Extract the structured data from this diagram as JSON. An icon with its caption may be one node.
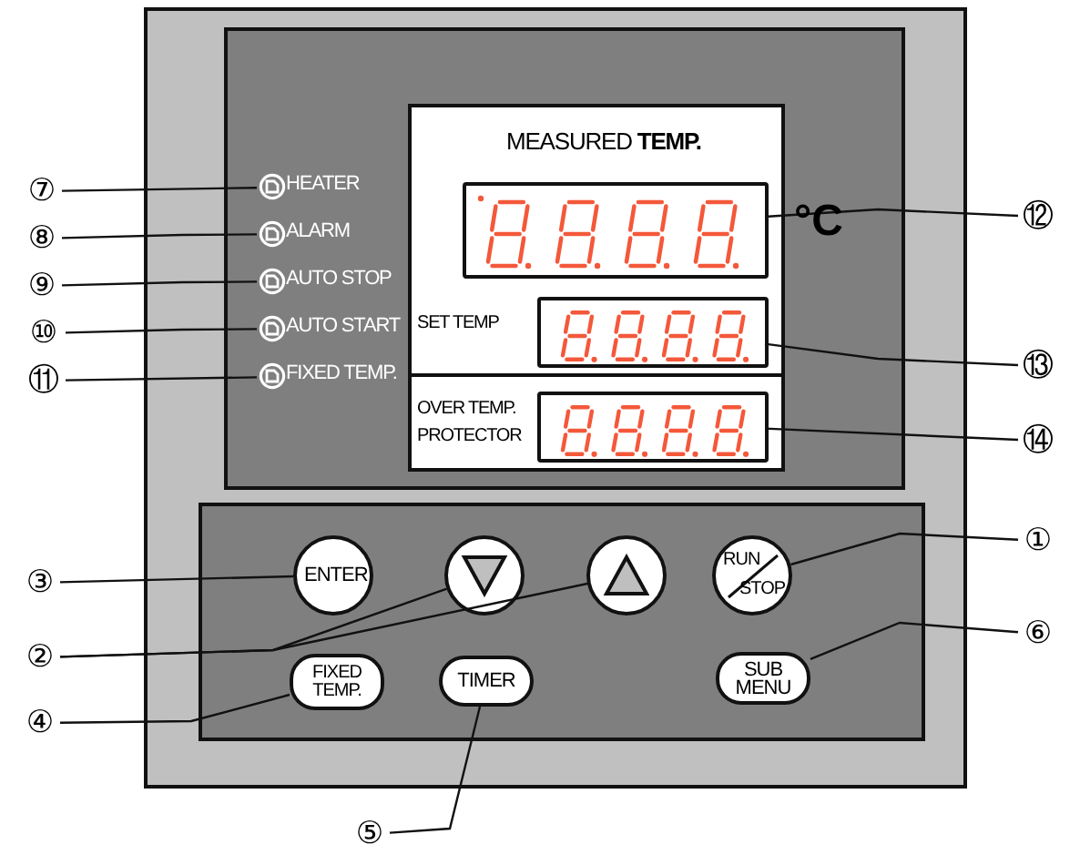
{
  "diagram": {
    "nodes": [
      {
        "text": [
          "⑦"
        ]
      },
      {
        "text": [
          "⑧"
        ]
      },
      {
        "text": [
          "⑨"
        ]
      },
      {
        "text": [
          "⑩"
        ]
      },
      {
        "text": [
          "⑪"
        ]
      },
      {
        "text": [
          "HEATER"
        ]
      },
      {
        "text": [
          "ALARM"
        ]
      },
      {
        "text": [
          "AUTO STOP"
        ]
      },
      {
        "text": [
          "AUTO START"
        ]
      },
      {
        "text": [
          "FIXED TEMP."
        ]
      },
      {
        "text": [
          "MEASURED **TEMP.**",
          "SET TEMP",
          "OVER TEMP. PROTECTOR"
        ]
      },
      {
        "text": [],
        "shape": "box",
        "in": 10
      },
      {
        "text": [],
        "shape": "box",
        "in": 10
      },
      {
        "text": [],
        "shape": "box",
        "in": 10
      },
      {
        "text": [
          "⑫"
        ]
      },
      {
        "text": [
          "⑬"
        ]
      },
      {
        "text": [
          "⑭"
        ]
      },
      {
        "text": [
          "③"
        ]
      },
      {
        "text": [
          "②"
        ]
      },
      {
        "text": [
          "④"
        ]
      },
      {
        "text": [
          "ENTER"
        ]
      },
      {
        "text": [],
        "shape": "circle"
      },
      {
        "text": [],
        "shape": "circle"
      },
      {
        "text": [
          "RUN",
          "STOP"
        ]
      },
      {
        "text": [
          "FIXED TEMP."
        ]
      },
      {
        "text": [
          "TIMER"
        ]
      },
      {
        "text": [
          "SUB MENU"
        ]
      },
      {
        "text": [
          "①"
        ]
      },
      {
        "text": [
          "⑥"
        ]
      },
      {
        "text": [
          "⑤"
        ]
      }
    ],
    "edges": [
      {
        "from": 0,
        "to": 5,
        "arrow": "none"
      },
      {
        "from": 1,
        "to": 6,
        "arrow": "none"
      },
      {
        "from": 2,
        "to": 7,
        "arrow": "none"
      },
      {
        "from": 3,
        "to": 8,
        "arrow": "none"
      },
      {
        "from": 4,
        "to": 9,
        "arrow": "none"
      },
      {
        "from": 14,
        "to": 11,
        "arrow": "none"
      },
      {
        "from": 15,
        "to": 12,
        "arrow": "none"
      },
      {
        "from": 16,
        "to": 13,
        "arrow": "none"
      },
      {
        "from": 17,
        "to": 20,
        "arrow": "none"
      },
      {
        "from": 18,
        "to": 21,
        "arrow": "none"
      },
      {
        "from": 18,
        "to": 22,
        "arrow": "none"
      },
      {
        "from": 19,
        "to": 24,
        "arrow": "none"
      },
      {
        "from": 27,
        "to": 23,
        "arrow": "none"
      },
      {
        "from": 28,
        "to": 26,
        "arrow": "none"
      },
      {
        "from": 29,
        "to": 25,
        "arrow": "none"
      }
    ],
    "labels": [
      "°C"
    ]
  }
}
